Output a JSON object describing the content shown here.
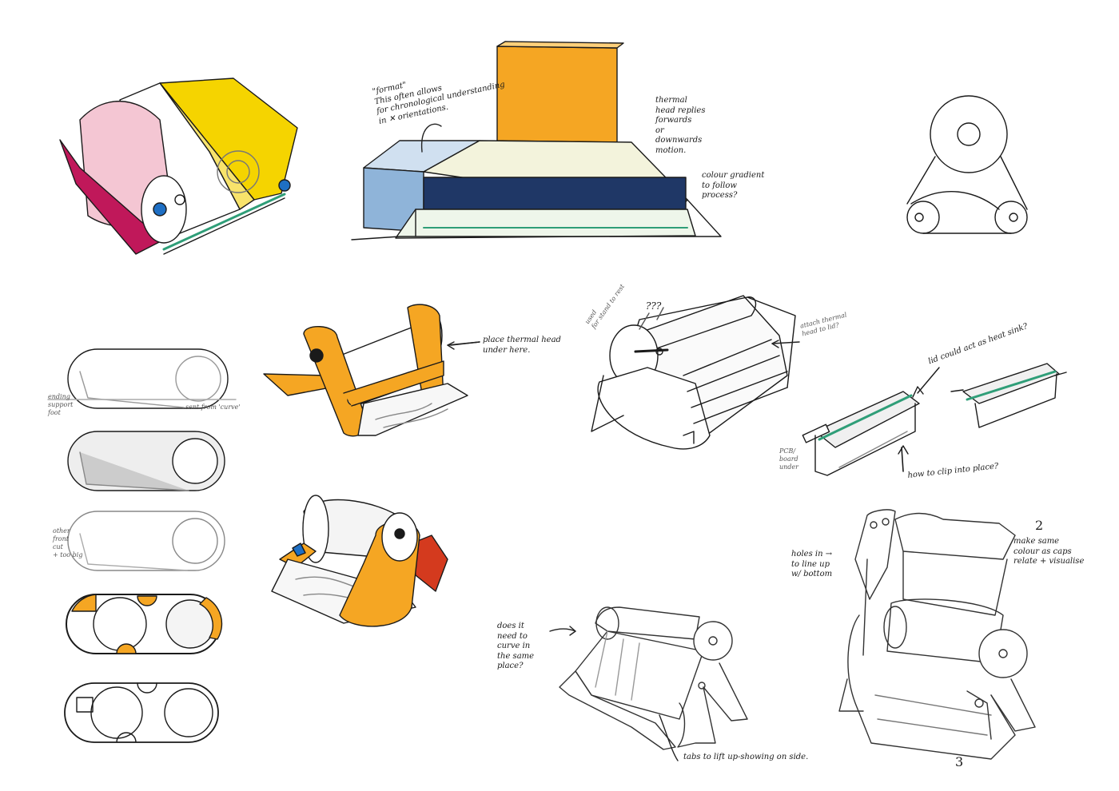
{
  "sheet": {
    "notes": {
      "format": "\"format\"\nThis often allows\nfor chronological understanding\nin ✕ orientations.",
      "thermal_head": "thermal\nhead replies\nforwards\nor\ndownwards\nmotion.",
      "colour_gradient": "colour gradient\nto follow\nprocess?",
      "place_thermal_head": "place thermal head\nunder here.",
      "question_marks": "???",
      "used_for_stand": "used\nfor stand to rest",
      "attach_thermal_head": "attach thermal\nhead to lid?",
      "lid_heat_sink": "lid could act as heat sink?",
      "pcb_board": "PCB/\nboard\nunder",
      "how_to_clip": "how to clip into place?",
      "holes_in": "holes in →\nto line up\nw/ bottom",
      "number_2": "2",
      "make_same_colour": "make same\ncolour as caps\nrelate + visualise",
      "does_it_need": "does it\nneed to\ncurve in\nthe same\nplace?",
      "tabs_to_lift": "tabs to lift up-showing on side.",
      "number_3": "3",
      "margin_note_1": "ending\nsupport\nfoot",
      "margin_note_2": "sent from 'curve'",
      "margin_note_3": "other\nfront\ncut\n+ too big"
    },
    "colors": {
      "ink": "#1a1a1a",
      "yellow": "#f5d400",
      "orange": "#f5a623",
      "pink": "#f4c6d3",
      "magenta": "#c0185a",
      "navy": "#1f3766",
      "light_blue": "#8fb4d9",
      "green": "#2f9e78",
      "red": "#d43a1e"
    }
  }
}
